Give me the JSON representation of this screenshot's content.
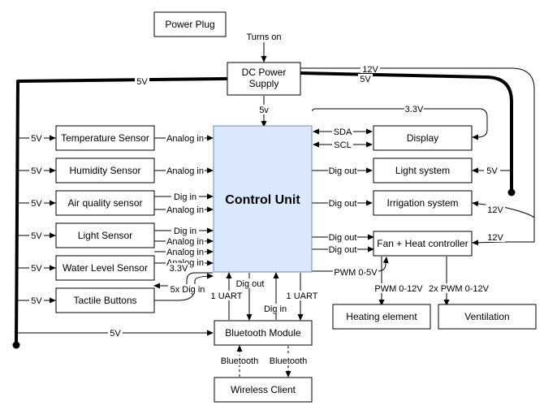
{
  "nodes": {
    "power_plug": "Power Plug",
    "dc_power_supply_line1": "DC Power",
    "dc_power_supply_line2": "Supply",
    "temperature_sensor": "Temperature Sensor",
    "humidity_sensor": "Humidity Sensor",
    "air_quality_sensor": "Air quality sensor",
    "light_sensor": "Light Sensor",
    "water_level_sensor": "Water Level Sensor",
    "tactile_buttons": "Tactile Buttons",
    "control_unit": "Control Unit",
    "display": "Display",
    "light_system": "Light system",
    "irrigation_system": "Irrigation system",
    "fan_heat_controller": "Fan + Heat controller",
    "heating_element": "Heating element",
    "ventilation": "Ventilation",
    "bluetooth_module": "Bluetooth Module",
    "wireless_client": "Wireless Client"
  },
  "edges": {
    "turns_on": "Turns on",
    "v5": "5V",
    "v5_lower": "5v",
    "v12": "12V",
    "v33": "3.3V",
    "analog_in": "Analog in",
    "dig_in": "Dig in",
    "dig_out": "Dig out",
    "sda": "SDA",
    "scl": "SCL",
    "pwm_0_5v": "PWM 0-5V",
    "pwm_0_12v": "PWM 0-12V",
    "pwm_2x_0_12v": "2x PWM 0-12V",
    "five_dig_in": "5x Dig in",
    "uart_1": "1 UART",
    "bluetooth": "Bluetooth"
  }
}
